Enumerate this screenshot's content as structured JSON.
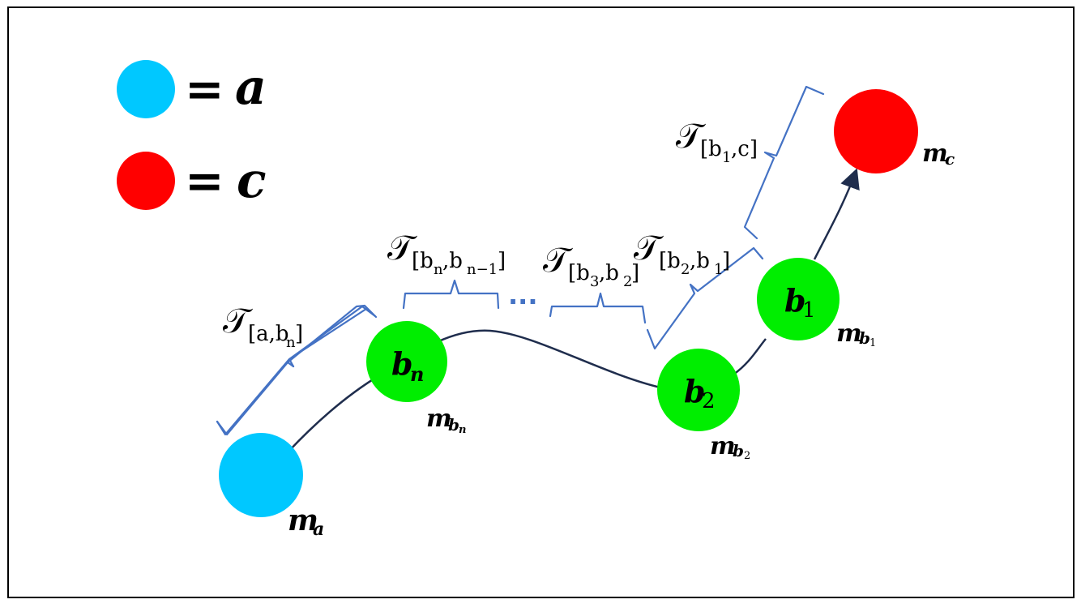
{
  "colors": {
    "a": "#00C8FF",
    "c": "#FF0000",
    "b": "#00EE00",
    "path": "#1F2D4D",
    "bracket": "#4472C4"
  },
  "legend": {
    "eq": "=",
    "a": "a",
    "c": "c"
  },
  "nodes": {
    "b_n": {
      "main": "b",
      "sub": "n"
    },
    "b_2": {
      "main": "b",
      "sub": "2"
    },
    "b_1": {
      "main": "b",
      "sub": "1"
    }
  },
  "masses": {
    "m_a": {
      "main": "m",
      "sub": "a"
    },
    "m_bn": {
      "main": "m",
      "sub": "b",
      "subsub": "n"
    },
    "m_b2": {
      "main": "m",
      "sub": "b",
      "subsub": "2"
    },
    "m_b1": {
      "main": "m",
      "sub": "b",
      "subsub": "1"
    },
    "m_c": {
      "main": "m",
      "sub": "c"
    }
  },
  "intervals": {
    "symbol": "𝒯",
    "a_bn": "[a,b",
    "a_bn_sub": "n",
    "a_bn_close": "]",
    "bn_bn1": "[b",
    "bn_bn1_sub1": "n",
    "bn_bn1_mid": ",b",
    "bn_bn1_sub2": "n−1",
    "bn_bn1_close": "]",
    "b3_b2": "[b",
    "b3_b2_sub1": "3",
    "b3_b2_mid": ",b",
    "b3_b2_sub2": "2",
    "b3_b2_close": "]",
    "b2_b1": "[b",
    "b2_b1_sub1": "2",
    "b2_b1_mid": ",b",
    "b2_b1_sub2": "1",
    "b2_b1_close": "]",
    "b1_c": "[b",
    "b1_c_sub1": "1",
    "b1_c_mid": ",c]"
  },
  "ellipsis": "···"
}
